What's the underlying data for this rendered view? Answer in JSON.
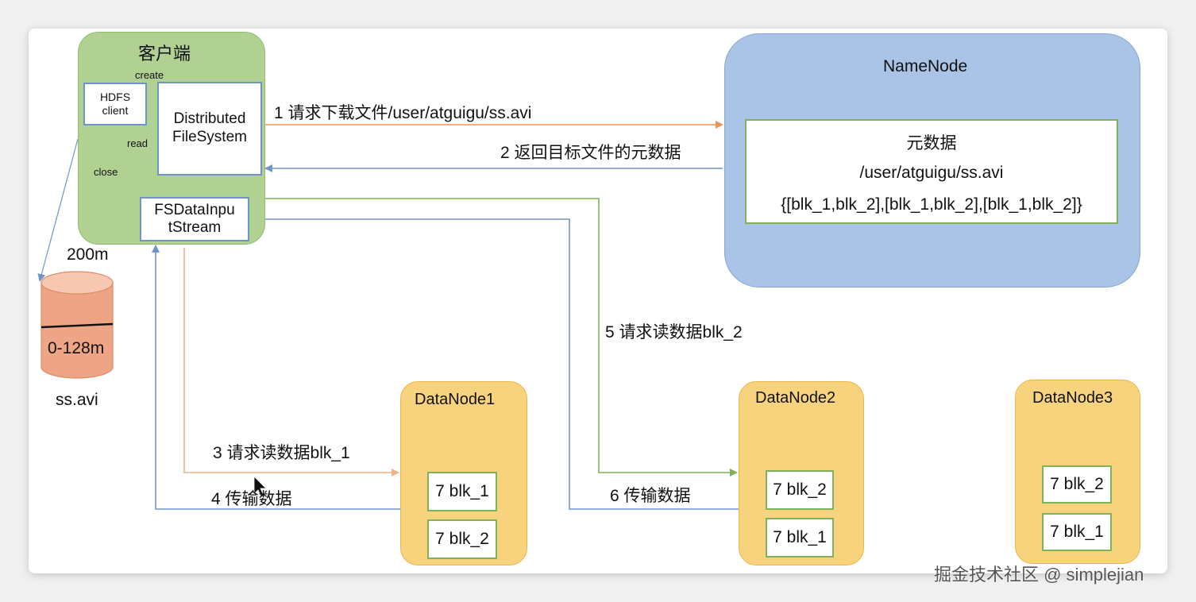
{
  "client": {
    "title": "客户端",
    "hdfs_client": "HDFS client",
    "distributed_fs": "Distributed FileSystem",
    "fsdata_input": "FSDataInpu tStream",
    "create_label": "create",
    "read_label": "read",
    "close_label": "close"
  },
  "file": {
    "size_label": "200m",
    "range_label": "0-128m",
    "name": "ss.avi"
  },
  "namenode": {
    "title": "NameNode",
    "meta_title": "元数据",
    "meta_path": "/user/atguigu/ss.avi",
    "meta_blocks": "{[blk_1,blk_2],[blk_1,blk_2],[blk_1,blk_2]}"
  },
  "steps": {
    "s1": "1 请求下载文件/user/atguigu/ss.avi",
    "s2": "2 返回目标文件的元数据",
    "s3": "3 请求读数据blk_1",
    "s4": "4 传输数据",
    "s5": "5 请求读数据blk_2",
    "s6": "6 传输数据"
  },
  "datanodes": [
    {
      "title": "DataNode1",
      "blocks": [
        "7 blk_1",
        "7 blk_2"
      ]
    },
    {
      "title": "DataNode2",
      "blocks": [
        "7 blk_2",
        "7 blk_1"
      ]
    },
    {
      "title": "DataNode3",
      "blocks": [
        "7 blk_2",
        "7 blk_1"
      ]
    }
  ],
  "watermark": "掘金技术社区 @ simplejian",
  "colors": {
    "orange_arrow": "#e8955a",
    "peach_arrow": "#f1b48a",
    "blue_arrow": "#6f95c8",
    "green_arrow": "#7fb35a"
  }
}
